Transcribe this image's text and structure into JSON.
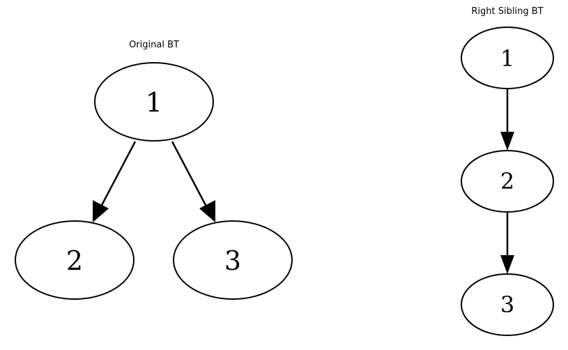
{
  "diagrams": [
    {
      "title": "Original BT",
      "nodes": [
        {
          "id": "n1",
          "label": "1"
        },
        {
          "id": "n2",
          "label": "2"
        },
        {
          "id": "n3",
          "label": "3"
        }
      ],
      "edges": [
        {
          "from": "1",
          "to": "2"
        },
        {
          "from": "1",
          "to": "3"
        }
      ]
    },
    {
      "title": "Right Sibling BT",
      "nodes": [
        {
          "id": "n1",
          "label": "1"
        },
        {
          "id": "n2",
          "label": "2"
        },
        {
          "id": "n3",
          "label": "3"
        }
      ],
      "edges": [
        {
          "from": "1",
          "to": "2"
        },
        {
          "from": "2",
          "to": "3"
        }
      ]
    }
  ]
}
